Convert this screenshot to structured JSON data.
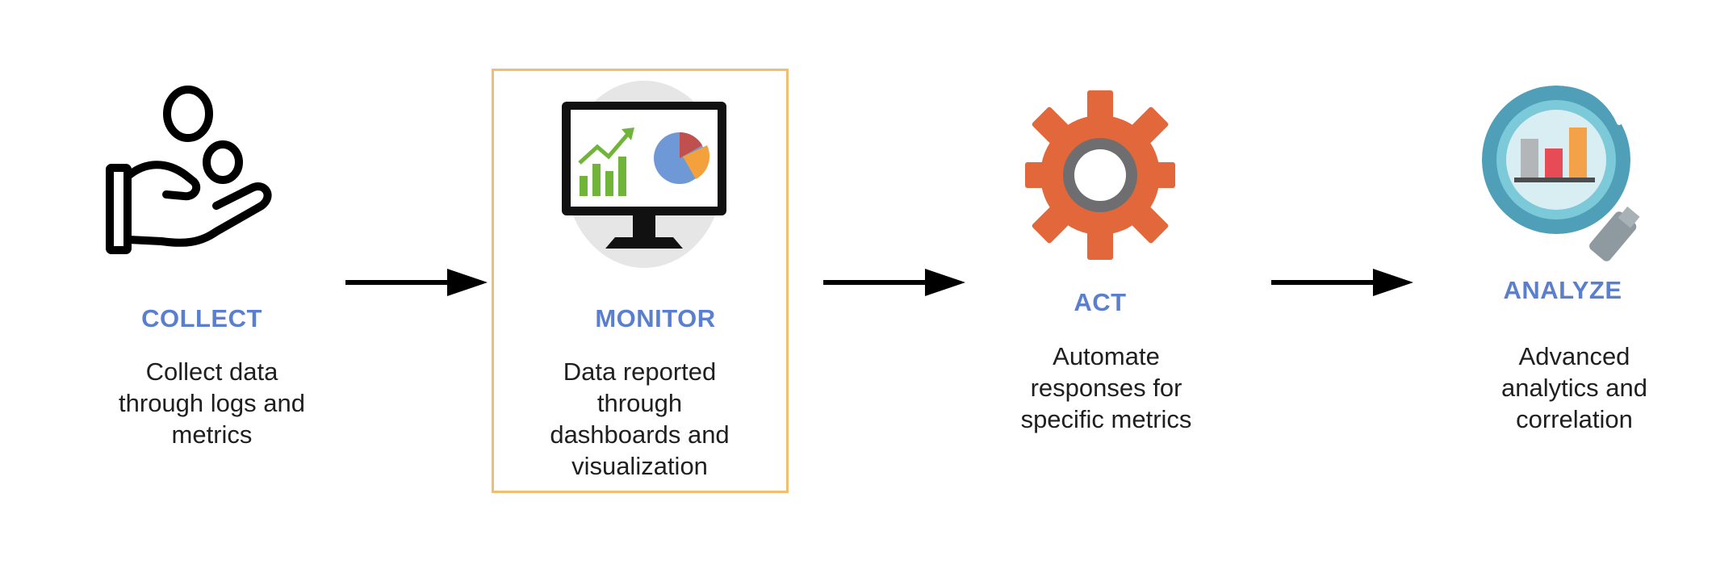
{
  "colors": {
    "title": "#5b7fcf",
    "highlight_border": "#f0be6e",
    "arrow": "#000000"
  },
  "stages": [
    {
      "title": "COLLECT",
      "description": "Collect data\nthrough logs and\nmetrics",
      "icon": "hand-coins-icon"
    },
    {
      "title": "MONITOR",
      "description": "Data reported\nthrough\ndashboards and\nvisualization",
      "icon": "monitor-dashboard-icon",
      "highlighted": true
    },
    {
      "title": "ACT",
      "description": "Automate\nresponses for\nspecific metrics",
      "icon": "gear-icon"
    },
    {
      "title": "ANALYZE",
      "description": "Advanced\nanalytics and\ncorrelation",
      "icon": "magnifier-bar-chart-icon"
    }
  ]
}
